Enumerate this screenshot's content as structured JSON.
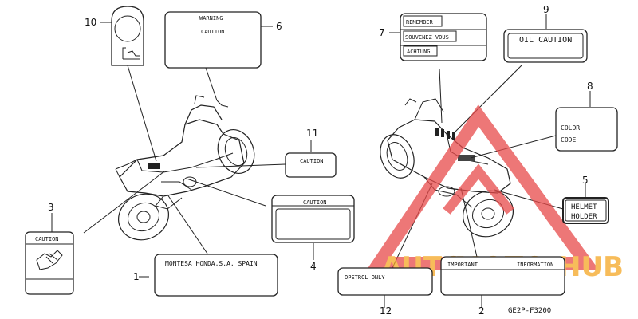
{
  "labels": {
    "warning_title": "WARNING",
    "warning_caution": "CAUTION",
    "remember": "REMEMBER",
    "souvenez": "SOUVENEZ VOUS",
    "achtung": "ACHTUNG",
    "oil_caution": "OIL CAUTION",
    "color": "COLOR",
    "code": "CODE",
    "caution_11": "CAUTION",
    "caution_4": "CAUTION",
    "caution_3": "CAUTION",
    "helmet": "HELMET",
    "holder": "HOLDER",
    "montesa": "MONTESA HONDA,S.A. SPAIN",
    "petrol": "OPETROL ONLY",
    "important": "IMPORTANT",
    "information": "INFORMATION"
  },
  "callouts": {
    "n1": "1",
    "n2": "2",
    "n3": "3",
    "n4": "4",
    "n5": "5",
    "n6": "6",
    "n7": "7",
    "n8": "8",
    "n9": "9",
    "n10": "10",
    "n11": "11",
    "n12": "12"
  },
  "diagram_code": "GE2P-F3200",
  "watermark": {
    "part1": "AUTO",
    "part2": "MOTO",
    "part3": "HUB",
    "color_a": "#f5a623",
    "color_b": "#e84a4a"
  }
}
